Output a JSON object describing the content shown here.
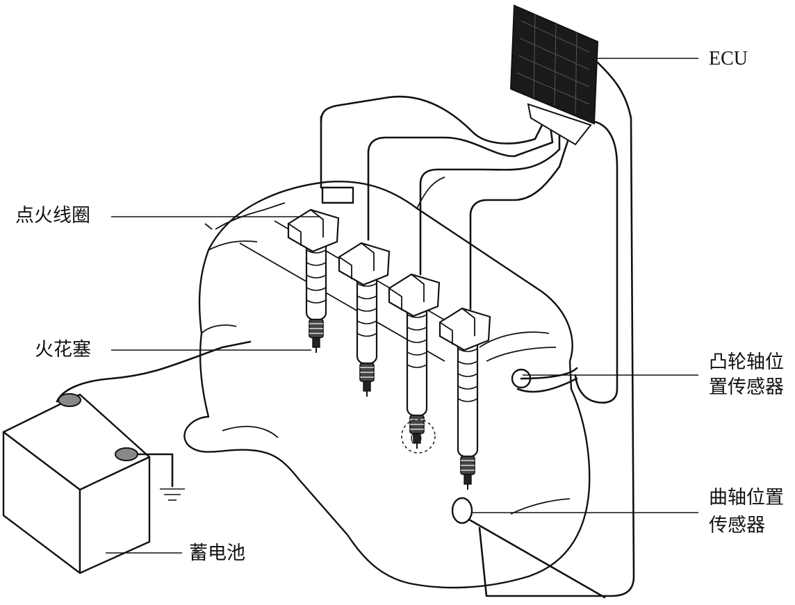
{
  "labels": {
    "ecu": "ECU",
    "ignition_coil": "点火线圈",
    "spark_plug": "火花塞",
    "cam_sensor_line1": "凸轮轴位",
    "cam_sensor_line2": "置传感器",
    "crank_sensor_line1": "曲轴位置",
    "crank_sensor_line2": "传感器",
    "battery": "蓄电池"
  }
}
